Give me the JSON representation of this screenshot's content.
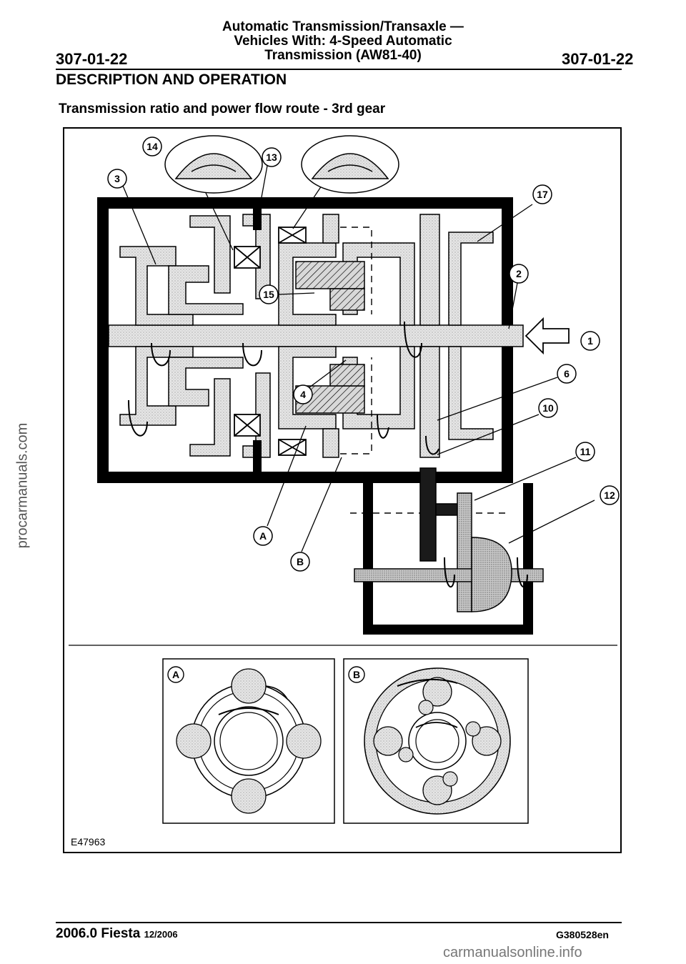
{
  "header": {
    "title_lines": [
      "Automatic Transmission/Transaxle —",
      "Vehicles With: 4-Speed Automatic",
      "Transmission (AW81-40)"
    ],
    "page_number_left": "307-01-22",
    "page_number_right": "307-01-22"
  },
  "section_title": "DESCRIPTION AND OPERATION",
  "subtitle": "Transmission ratio and power flow route - 3rd gear",
  "figure": {
    "id": "E47963",
    "callouts": [
      "14",
      "13",
      "3",
      "17",
      "2",
      "1",
      "15",
      "6",
      "4",
      "10",
      "11",
      "12",
      "A",
      "B"
    ],
    "inset_labels": [
      "A",
      "B"
    ]
  },
  "footer": {
    "model": "2006.0 Fiesta",
    "date": "12/2006",
    "code": "G380528en"
  },
  "watermarks": {
    "side": "procarmanuals.com",
    "bottom": "carmanualsonline.info"
  }
}
